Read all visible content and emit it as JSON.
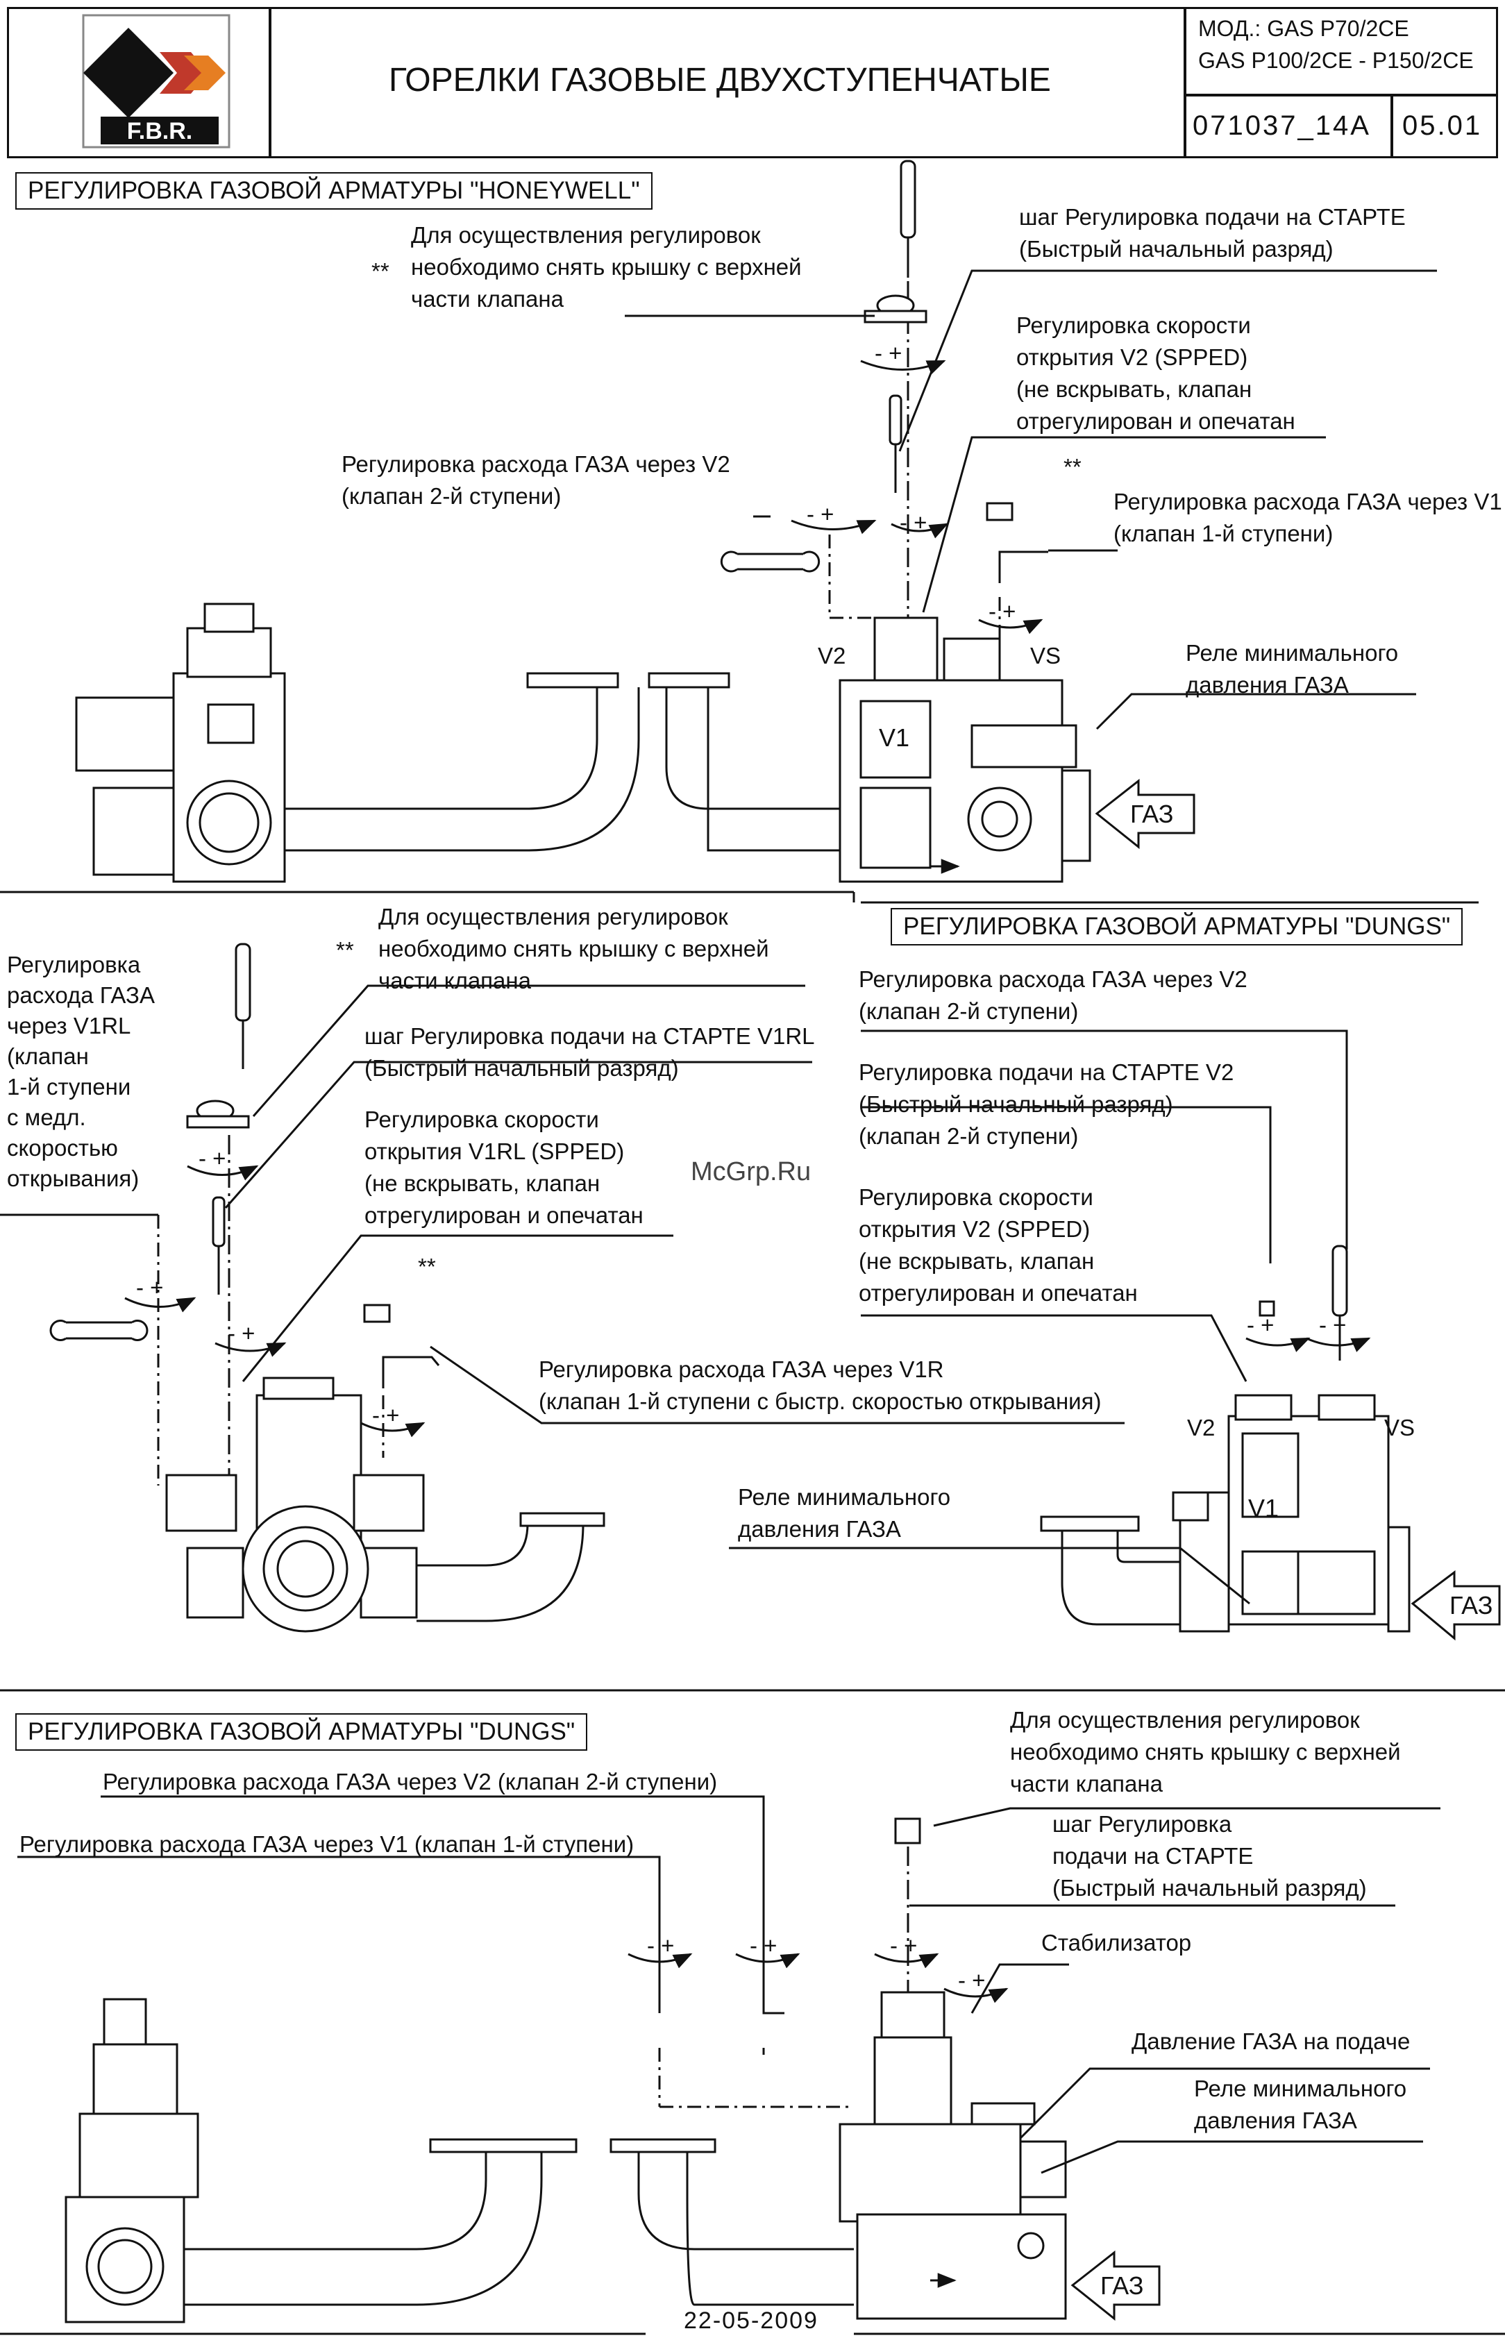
{
  "header": {
    "logo_text": "F.B.R.",
    "title": "ГОРЕЛКИ ГАЗОВЫЕ ДВУХСТУПЕНЧАТЫЕ",
    "model_line1": "МОД.: GAS P70/2CE",
    "model_line2": "GAS P100/2CE - P150/2CE",
    "doc_number": "071037_14A",
    "revision": "05.01"
  },
  "honeywell": {
    "section_title": "РЕГУЛИРОВКА ГАЗОВОЙ АРМАТУРЫ \"HONEYWELL\"",
    "cover_note": "Для осуществления регулировок\nнеобходимо снять крышку с верхней\nчасти клапана",
    "cover_mark": "**",
    "start_step": "шаг Регулировка подачи на СТАРТЕ\n(Быстрый начальный разряд)",
    "speed": "Регулировка скорости\nоткрытия V2 (SPPED)\n(не вскрывать, клапан\nотрегулирован и опечатан",
    "v2_flow": "Регулировка расхода ГАЗА через V2\n(клапан 2-й ступени)",
    "v1_mark": "**",
    "v1_flow": "Регулировка расхода ГАЗА через V1\n(клапан 1-й ступени)",
    "relay": "Реле минимального\nдавления ГАЗА",
    "label_v2": "V2",
    "label_vs": "VS",
    "label_v1": "V1",
    "gas_arrow": "ГАЗ",
    "plus_minus": "- +"
  },
  "honeywell2": {
    "side_note": "Регулировка\nрасхода ГАЗА\nчерез V1RL\n(клапан\n1-й ступени\nс медл.\nскоростью\nоткрывания)",
    "cover_note": "Для осуществления регулировок\nнеобходимо снять крышку с верхней\nчасти клапана",
    "cover_mark": "**",
    "start_step": "шаг Регулировка подачи на СТАРТЕ V1RL\n(Быстрый начальный разряд)",
    "speed": "Регулировка скорости\nоткрытия V1RL (SPPED)\n(не вскрывать, клапан\nотрегулирован и опечатан",
    "v1r_mark": "**",
    "v1r_flow": "Регулировка расхода ГАЗА через V1R\n(клапан 1-й ступени с быстр. скоростью открывания)"
  },
  "watermark": "McGrp.Ru",
  "dungs1": {
    "section_title": "РЕГУЛИРОВКА ГАЗОВОЙ АРМАТУРЫ \"DUNGS\"",
    "v2_flow": "Регулировка расхода ГАЗА через V2\n(клапан 2-й ступени)",
    "start_v2": "Регулировка подачи на СТАРТЕ V2\n(Быстрый начальный разряд)\n(клапан 2-й ступени)",
    "speed": "Регулировка скорости\nоткрытия V2 (SPPED)\n(не вскрывать, клапан\nотрегулирован и опечатан",
    "relay": "Реле минимального\nдавления ГАЗА",
    "label_v2": "V2",
    "label_vs": "VS",
    "label_v1": "V1",
    "gas_arrow": "ГАЗ"
  },
  "dungs2": {
    "section_title": "РЕГУЛИРОВКА ГАЗОВОЙ АРМАТУРЫ \"DUNGS\"",
    "v2_flow": "Регулировка расхода ГАЗА через V2 (клапан 2-й ступени)",
    "v1_flow": "Регулировка расхода ГАЗА через V1 (клапан 1-й ступени)",
    "cover_note": "Для осуществления регулировок\nнеобходимо снять крышку с верхней\nчасти клапана",
    "start_step": "шаг Регулировка\nподачи на СТАРТЕ\n(Быстрый начальный разряд)",
    "stabilizer": "Стабилизатор",
    "pressure": "Давление ГАЗА на подаче",
    "relay": "Реле минимального\nдавления ГАЗА",
    "gas_arrow": "ГАЗ"
  },
  "footer": {
    "date": "22-05-2009"
  }
}
